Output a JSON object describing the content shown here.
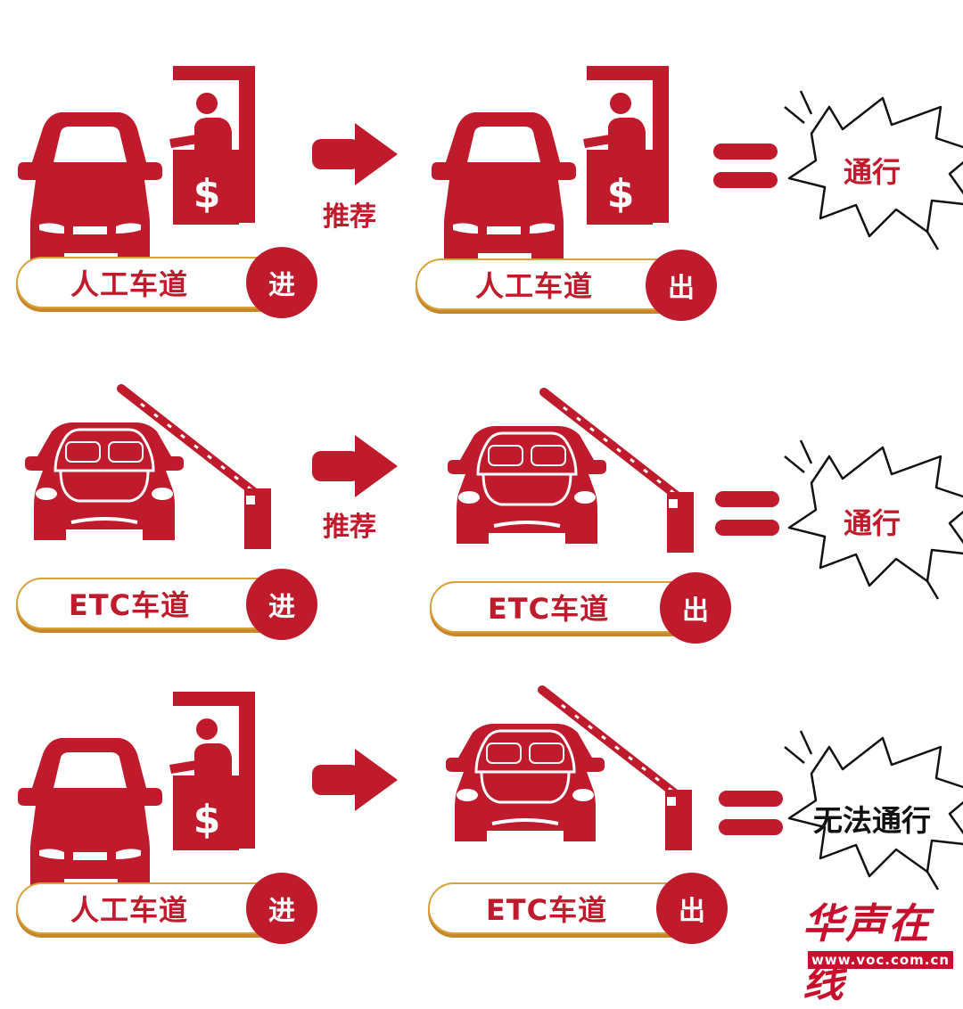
{
  "colors": {
    "accent": "#bf1b2c",
    "pill_border": "#d8a23a"
  },
  "rows": [
    {
      "left_icon": "manual-toll-booth-icon",
      "left_label": "人工车道",
      "left_badge": "进",
      "arrow_note": "推荐",
      "right_icon": "manual-toll-booth-icon",
      "right_label": "人工车道",
      "right_badge": "出",
      "result": "通行"
    },
    {
      "left_icon": "etc-barrier-gate-icon",
      "left_label": "ETC车道",
      "left_badge": "进",
      "arrow_note": "推荐",
      "right_icon": "etc-barrier-gate-icon",
      "right_label": "ETC车道",
      "right_badge": "出",
      "result": "通行"
    },
    {
      "left_icon": "manual-toll-booth-icon",
      "left_label": "人工车道",
      "left_badge": "进",
      "arrow_note": "",
      "right_icon": "etc-barrier-gate-icon",
      "right_label": "ETC车道",
      "right_badge": "出",
      "result": "无法通行"
    }
  ],
  "logo": {
    "name": "华声在线",
    "url": "www.voc.com.cn"
  }
}
